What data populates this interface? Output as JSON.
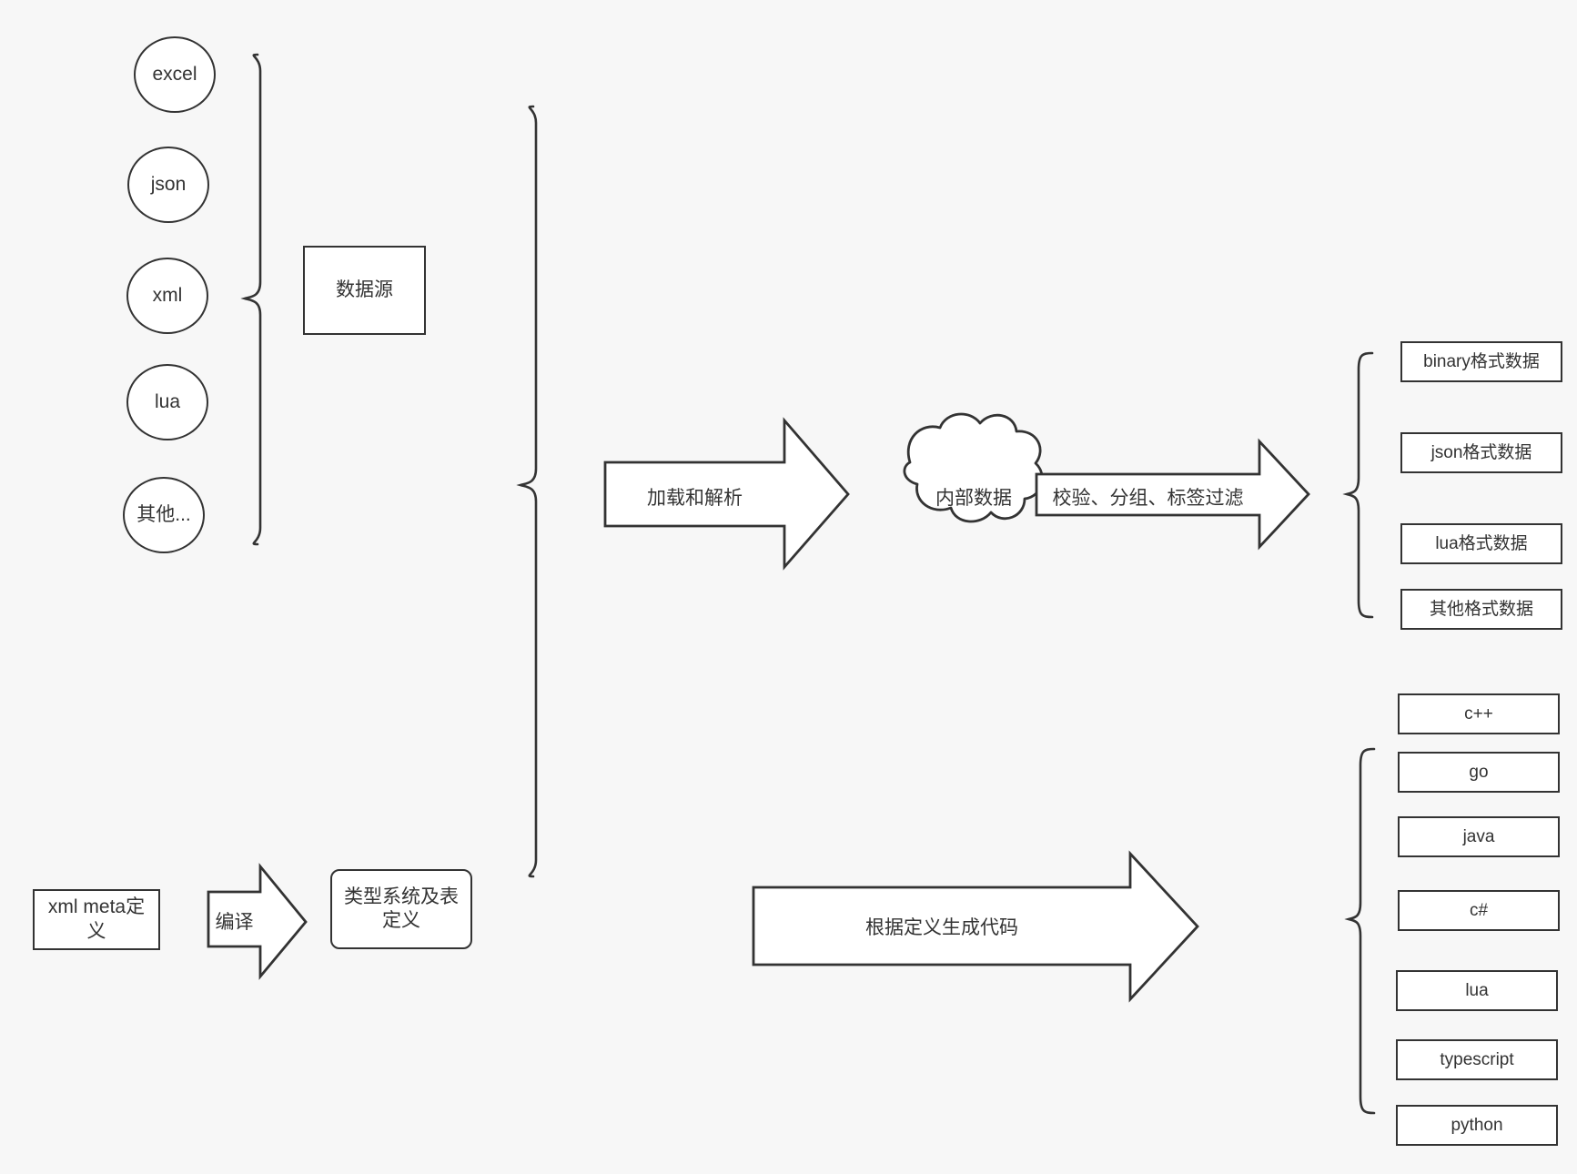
{
  "diagram": {
    "title": "data pipeline architecture diagram",
    "background_color": "#f7f7f7",
    "stroke_color": "#333333",
    "fill_color": "#ffffff"
  },
  "sources": {
    "items": [
      {
        "label": "excel"
      },
      {
        "label": "json"
      },
      {
        "label": "xml"
      },
      {
        "label": "lua"
      },
      {
        "label": "其他..."
      }
    ],
    "group_label": "数据源"
  },
  "meta": {
    "definition_label": "xml meta定义",
    "compile_label": "编译",
    "type_system_label": "类型系统及表\n定义"
  },
  "flow": {
    "load_parse_label": "加载和解析",
    "internal_data_label": "内部数据",
    "filter_label": "校验、分组、标签过滤",
    "codegen_label": "根据定义生成代码"
  },
  "outputs": {
    "formats": [
      {
        "label": "binary格式数据"
      },
      {
        "label": "json格式数据"
      },
      {
        "label": "lua格式数据"
      },
      {
        "label": "其他格式数据"
      }
    ],
    "languages": [
      {
        "label": "c++"
      },
      {
        "label": "go"
      },
      {
        "label": "java"
      },
      {
        "label": "c#"
      },
      {
        "label": "lua"
      },
      {
        "label": "typescript"
      },
      {
        "label": "python"
      }
    ]
  }
}
